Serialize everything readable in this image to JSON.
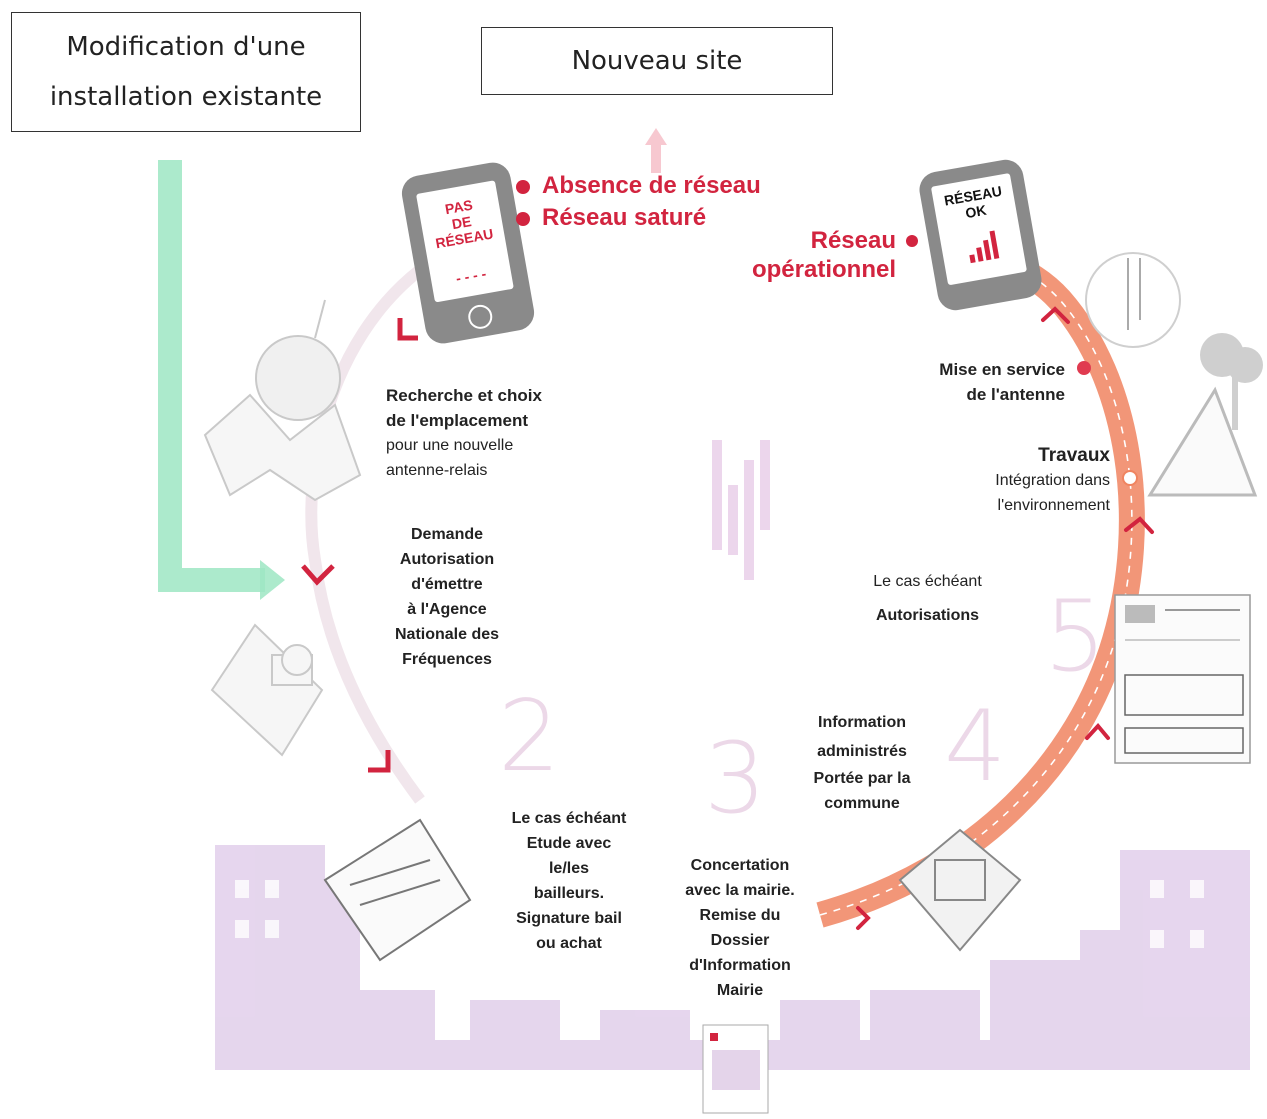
{
  "boxes": {
    "existing": "Modification d'une installation existante",
    "existing_line1": "Modification d'une",
    "existing_line2": "installation existante",
    "new_site": "Nouveau site"
  },
  "phone_left": {
    "screen_l1": "PAS",
    "screen_l2": "DE",
    "screen_l3": "RÉSEAU"
  },
  "phone_right": {
    "screen_l1": "RÉSEAU",
    "screen_l2": "OK"
  },
  "status": {
    "absence": "Absence de réseau",
    "sature": "Réseau saturé",
    "op_line1": "Réseau",
    "op_line2": "opérationnel"
  },
  "steps": {
    "recherche": {
      "l1": "Recherche et choix",
      "l2": "de l'emplacement",
      "l3": "pour une nouvelle",
      "l4": "antenne-relais"
    },
    "anfr": {
      "l1": "Demande",
      "l2": "Autorisation",
      "l3": "d'émettre",
      "l4": "à l'Agence",
      "l5": "Nationale des",
      "l6": "Fréquences"
    },
    "bail": {
      "l1": "Le cas échéant",
      "l2": "Etude avec",
      "l3": "le/les",
      "l4": "bailleurs.",
      "l5": "Signature bail",
      "l6": "ou achat"
    },
    "concertation": {
      "l1": "Concertation",
      "l2": "avec la mairie.",
      "l3": "Remise du",
      "l4": "Dossier",
      "l5": "d'Information",
      "l6": "Mairie"
    },
    "information": {
      "l1": "Information",
      "l2": "administrés",
      "l3": "Portée par la",
      "l4": "commune"
    },
    "autorisations": {
      "l1": "Le cas échéant",
      "l2": "Autorisations"
    },
    "travaux": {
      "l1": "Travaux",
      "l2": "Intégration dans",
      "l3": "l'environnement"
    },
    "mise": {
      "l1": "Mise en service",
      "l2": "de l'antenne"
    }
  },
  "numbers": {
    "n2": "2",
    "n3": "3",
    "n4": "4",
    "n5": "5"
  },
  "colors": {
    "accent_red": "#d2243f",
    "arc_orange": "#f08460",
    "green_arrow": "#9ee6c3",
    "city_purple": "#d9c3e6"
  }
}
